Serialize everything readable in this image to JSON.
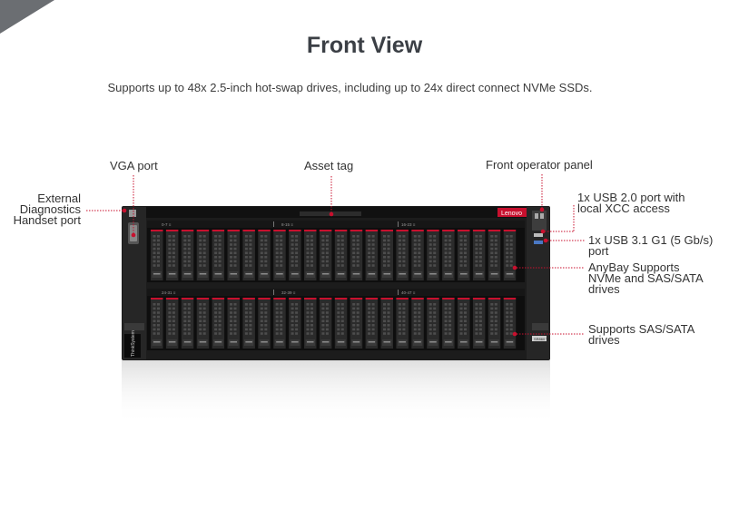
{
  "header": {
    "title": "Front View",
    "subtitle": "Supports up to 48x 2.5-inch hot-swap drives, including up to 24x direct connect NVMe SSDs."
  },
  "callouts": {
    "vga": "VGA port",
    "asset_tag": "Asset tag",
    "front_panel": "Front operator panel",
    "ext_diag": [
      "External",
      "Diagnostics",
      "Handset port"
    ],
    "usb2": [
      "1x USB 2.0 port with",
      "local XCC access"
    ],
    "usb3": [
      "1x USB 3.1 G1 (5 Gb/s)",
      "port"
    ],
    "anybay": [
      "AnyBay Supports",
      "NVMe and SAS/SATA",
      "drives"
    ],
    "sas": [
      "Supports SAS/SATA",
      "drives"
    ]
  },
  "server": {
    "brand": "Lenovo",
    "side_brand": "ThinkSystem",
    "model": "SR860 V2",
    "bay_groups_top": [
      "0-7 ≡",
      "8-15 ≡",
      "16-23 ≡"
    ],
    "bay_groups_bottom": [
      "24-31 ≡",
      "32-39 ≡",
      "40-47 ≡"
    ]
  },
  "colors": {
    "accent": "#c8102e",
    "chassis": "#1c1c1c",
    "title": "#3b3f45"
  }
}
